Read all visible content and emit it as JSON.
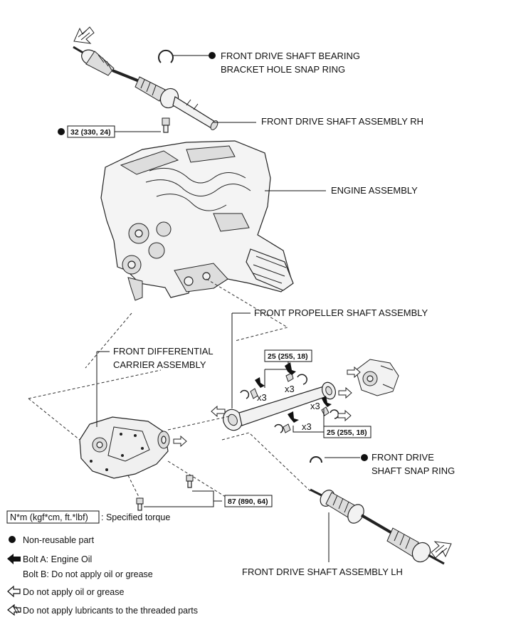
{
  "labels": {
    "snap_ring_rh_line1": "FRONT DRIVE SHAFT BEARING",
    "snap_ring_rh_line2": "BRACKET HOLE SNAP RING",
    "shaft_rh": "FRONT DRIVE SHAFT ASSEMBLY RH",
    "engine": "ENGINE ASSEMBLY",
    "propeller": "FRONT PROPELLER SHAFT ASSEMBLY",
    "diff_line1": "FRONT DIFFERENTIAL",
    "diff_line2": "CARRIER ASSEMBLY",
    "snap_ring_lh_line1": "FRONT DRIVE",
    "snap_ring_lh_line2": "SHAFT SNAP RING",
    "shaft_lh": "FRONT DRIVE SHAFT ASSEMBLY LH"
  },
  "torques": {
    "rh_bolt": "32 (330, 24)",
    "prop_top": "25 (255, 18)",
    "prop_bottom": "25 (255, 18)",
    "diff_bolts": "87 (890, 64)"
  },
  "counts": {
    "x3_a": "x3",
    "x3_b": "x3",
    "x3_c": "x3",
    "x3_d": "x3"
  },
  "legend": {
    "torque_box": "N*m (kgf*cm, ft.*lbf)",
    "torque_desc": ": Specified torque",
    "non_reusable": "Non-reusable part",
    "bolt_a": "Bolt A: Engine Oil",
    "bolt_b": "Bolt B: Do not apply oil or grease",
    "no_oil": "Do not apply oil or grease",
    "no_lube": "Do not apply lubricants to the threaded parts"
  },
  "icons": {
    "non_reusable": "filled-circle-icon",
    "engine_oil": "filled-arrow-icon",
    "no_oil": "outline-arrow-icon",
    "no_lube": "hatched-arrow-icon"
  }
}
